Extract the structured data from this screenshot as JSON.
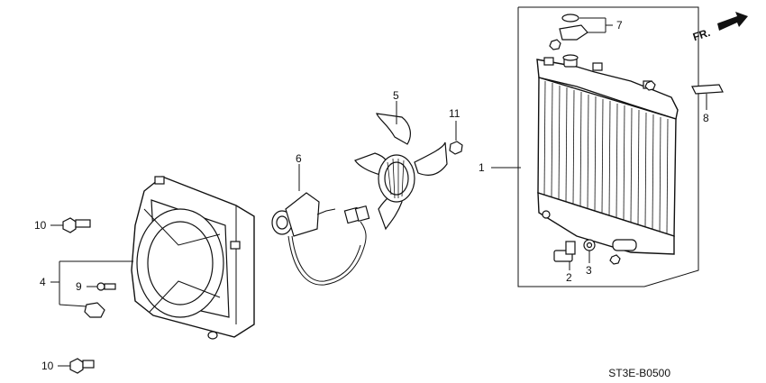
{
  "diagram": {
    "code": "ST3E-B0500",
    "direction_label": "FR.",
    "callouts": {
      "c1": "1",
      "c2": "2",
      "c3": "3",
      "c4": "4",
      "c5": "5",
      "c6": "6",
      "c7": "7",
      "c8": "8",
      "c9": "9",
      "c10a": "10",
      "c10b": "10",
      "c11": "11"
    }
  }
}
